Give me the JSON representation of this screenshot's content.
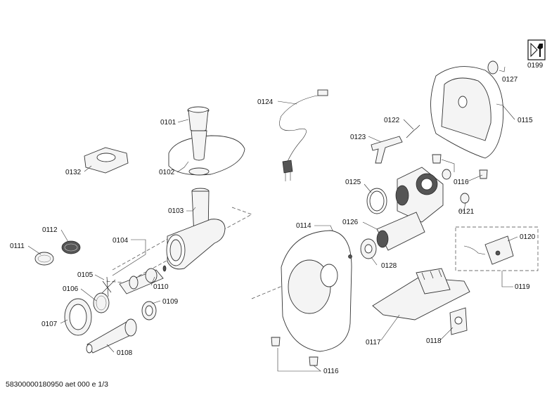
{
  "footer": "58300000180950 aet 000 e 1/3",
  "labels": {
    "p0101": "0101",
    "p0102": "0102",
    "p0103": "0103",
    "p0104": "0104",
    "p0105": "0105",
    "p0106": "0106",
    "p0107": "0107",
    "p0108": "0108",
    "p0109": "0109",
    "p0110": "0110",
    "p0111": "0111",
    "p0112": "0112",
    "p0114": "0114",
    "p0115": "0115",
    "p0116a": "0116",
    "p0116b": "0116",
    "p0117": "0117",
    "p0118": "0118",
    "p0119": "0119",
    "p0120": "0120",
    "p0121": "0121",
    "p0122": "0122",
    "p0123": "0123",
    "p0124": "0124",
    "p0125": "0125",
    "p0126": "0126",
    "p0127": "0127",
    "p0128": "0128",
    "p0132": "0132",
    "p0199": "0199"
  },
  "icons": {
    "service": "wrench-tool-icon"
  }
}
